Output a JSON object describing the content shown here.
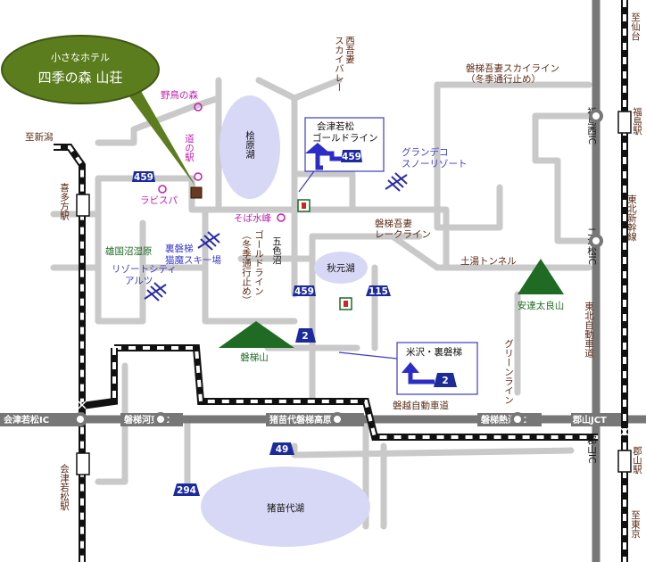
{
  "brand": {
    "small": "小さなホテル",
    "name": "四季の森 山荘"
  },
  "lakes": {
    "hibara": "桧原湖",
    "akimoto": "秋元湖",
    "inawashiro": "猪苗代湖",
    "goshiki": "五色沼"
  },
  "roads": {
    "nishiazuma": "西吾妻\nスカイバレー",
    "azuma_skyline": "磐梯吾妻スカイライン",
    "azuma_skyline_note": "（冬季通行止め）",
    "gold_line": "ゴールドライン",
    "gold_line_note": "（冬季通行止め）",
    "lake_line": "磐梯吾妻\nレークライン",
    "tsuchiyu_tunnel": "土湯トンネル",
    "green_line": "グリーンライン",
    "bandai_expressway": "磐越自動車道",
    "tohoku_expressway": "東北自動車道",
    "tohoku_shinkansen": "東北新幹線"
  },
  "places": {
    "michi_no_eki_label": "道の駅",
    "nogitori_no_mori": "野鳥の森",
    "lavispa": "ラビスパ",
    "soba_suiho": "そば水峰",
    "oguni_marsh": "雄国沼湿原",
    "urabandai_nekoma": "裏磐梯\n猫魔スキー場",
    "resort_city_altz": "リゾートシティ\nアルツ",
    "grandeco": "グランデコ\nスノーリゾート",
    "bandai_san": "磐梯山",
    "adatara_san": "安達太良山"
  },
  "interchanges": {
    "aizu_wakamatsu": "会津若松IC",
    "bandai_kawahigashi": "磐梯河東IC",
    "inawashiro_bandai_kogen": "猪苗代磐梯高原IC",
    "bandai_atami": "磐梯熱海IC",
    "koriyama_jct": "郡山JCT",
    "fukushima_nishi": "福島西IC",
    "nihonmatsu": "二本松IC",
    "koriyama": "郡山IC"
  },
  "stations": {
    "kitakata": "喜多方駅",
    "aizu_wakamatsu": "会津若松駅",
    "fukushima": "福島駅",
    "koriyama": "郡山駅"
  },
  "directions": {
    "to_niigata": "至新潟",
    "to_sendai": "至仙台",
    "to_tokyo": "至東京"
  },
  "route_numbers": {
    "r459_a": "459",
    "r459_b": "459",
    "r459_c": "459",
    "r115": "115",
    "r2": "2",
    "r2_box": "2",
    "r49": "49",
    "r294": "294"
  },
  "callouts": {
    "from_aizu": "会津若松\nゴールドライン",
    "from_yonezawa": "米沢・裏磐梯"
  },
  "colors": {
    "road": "#c9c9c9",
    "expressway": "#777777",
    "lake": "#d7d8f5",
    "railway": "#111111",
    "mountain": "#1f6b24",
    "brand_bg": "#5b7d1e",
    "route_sign": "#1c2a9c"
  }
}
